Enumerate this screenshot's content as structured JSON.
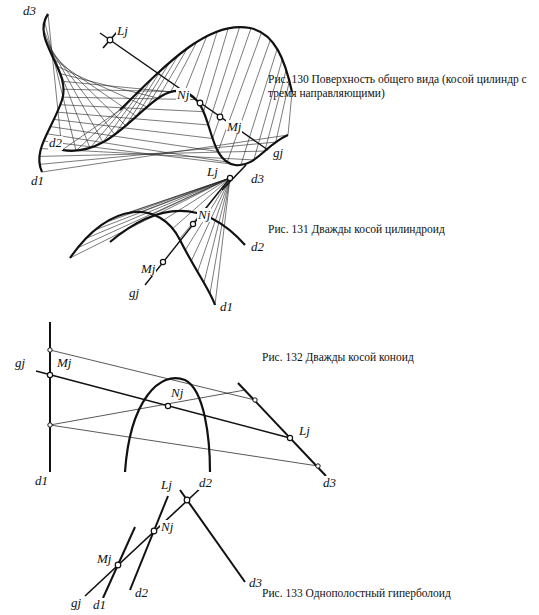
{
  "diagram": {
    "labels": [
      "Рис. 130 Поверхность общего вида (косой цилиндр с тремя направляющими)",
      "d3",
      "Lj",
      "Nj",
      "Mj",
      "gj",
      "d2",
      "d1",
      "Рис. 131 Дважды косой цилиндроид",
      "Lj",
      "d3",
      "Nj",
      "d2",
      "Mj",
      "gj",
      "d1",
      "Рис. 132 Дважды косой коноид",
      "gj",
      "Mj",
      "Nj",
      "Lj",
      "d1",
      "d2",
      "d3",
      "Рис. 133 Однополостный гиперболоид",
      "Lj",
      "Nj",
      "Mj",
      "gj",
      "d1",
      "d2",
      "d3"
    ]
  }
}
